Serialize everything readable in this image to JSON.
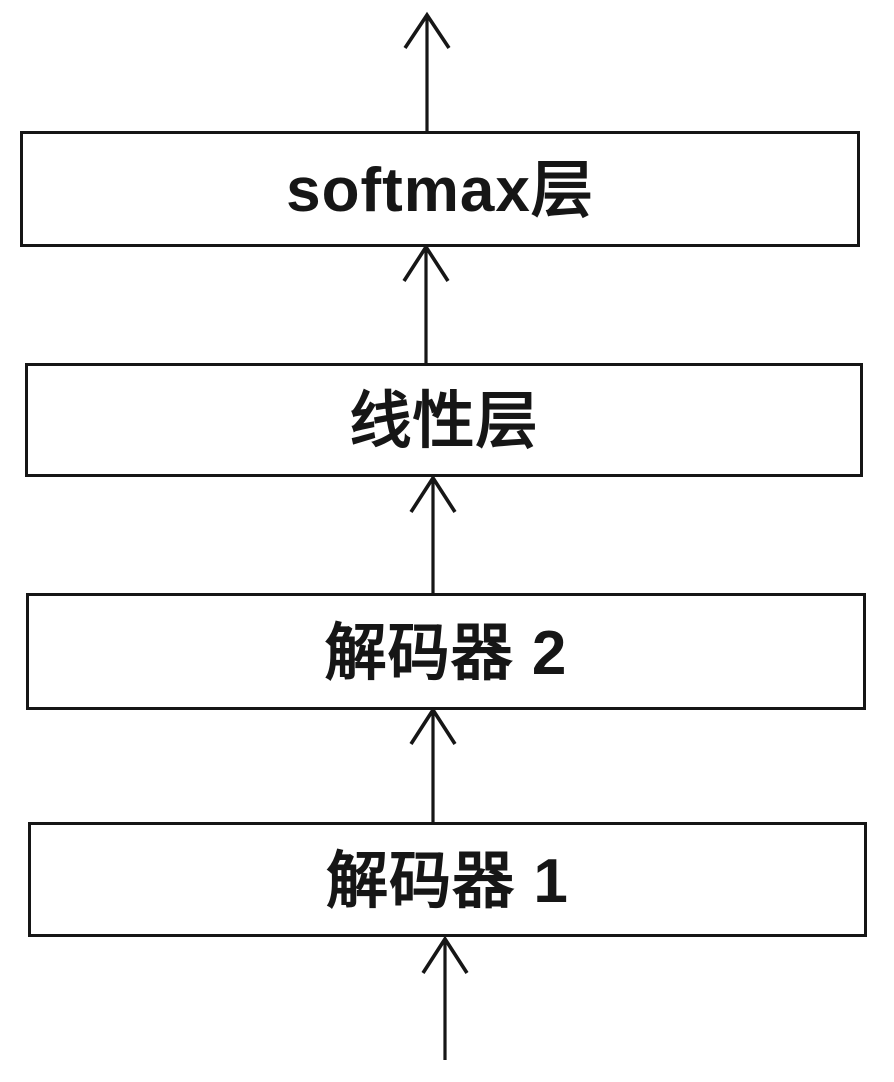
{
  "diagram": {
    "type": "flow-diagram",
    "flow_direction": "bottom-to-top",
    "background_color": "#ffffff",
    "stroke_color": "#161616",
    "text_color": "#161616",
    "nodes": [
      {
        "id": "softmax-layer",
        "label": "softmax层"
      },
      {
        "id": "linear-layer",
        "label": "线性层"
      },
      {
        "id": "decoder-2",
        "label": "解码器 2"
      },
      {
        "id": "decoder-1",
        "label": "解码器 1"
      }
    ],
    "arrows": [
      {
        "name": "softmax-layer-to-output",
        "direction": "up"
      },
      {
        "name": "linear-layer-to-softmax-layer",
        "direction": "up"
      },
      {
        "name": "decoder-2-to-linear-layer",
        "direction": "up"
      },
      {
        "name": "decoder-1-to-decoder-2",
        "direction": "up"
      },
      {
        "name": "input-to-decoder-1",
        "direction": "up"
      }
    ]
  }
}
